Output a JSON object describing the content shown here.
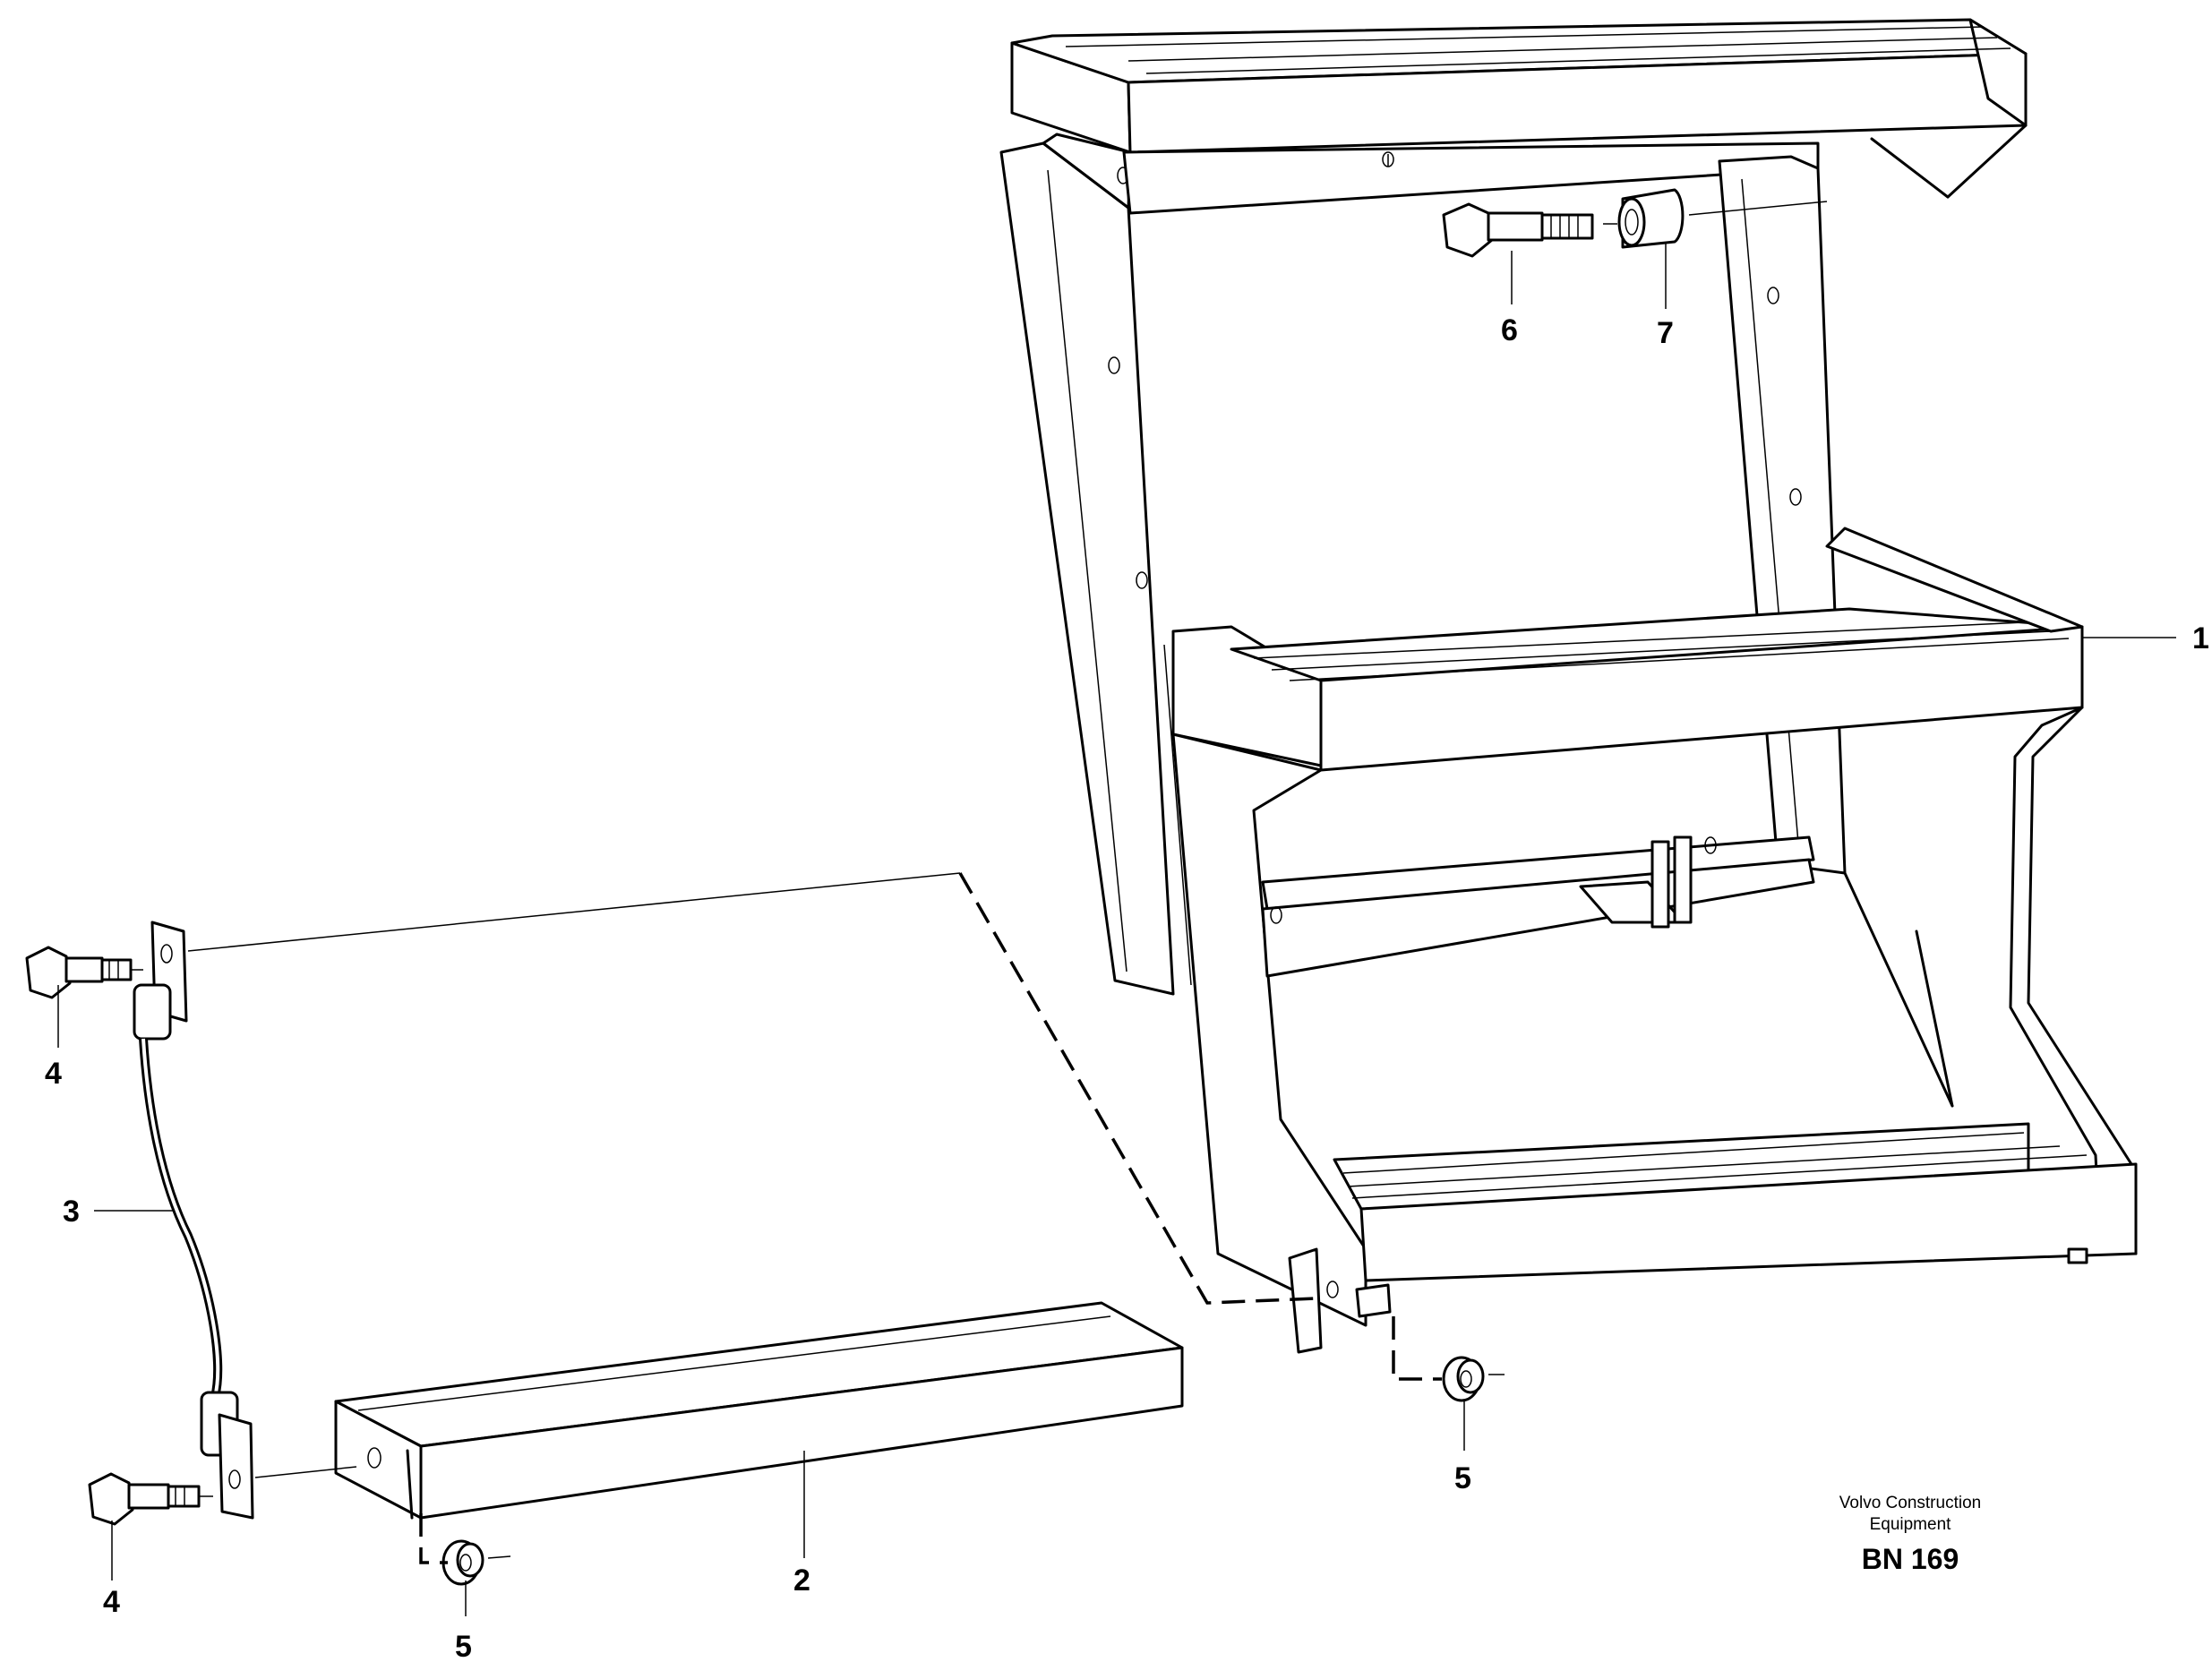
{
  "diagram": {
    "callouts": [
      "1",
      "2",
      "3",
      "4",
      "4",
      "5",
      "5",
      "6",
      "7"
    ],
    "credit_line1": "Volvo Construction",
    "credit_line2": "Equipment",
    "drawing_code": "BN 169"
  },
  "parts": [
    {
      "id": "1",
      "name": "step-assembly"
    },
    {
      "id": "2",
      "name": "lower-step"
    },
    {
      "id": "3",
      "name": "hanger-rod"
    },
    {
      "id": "4",
      "name": "flange-screw"
    },
    {
      "id": "5",
      "name": "flange-nut"
    },
    {
      "id": "6",
      "name": "flange-screw"
    },
    {
      "id": "7",
      "name": "spacer-sleeve"
    }
  ]
}
